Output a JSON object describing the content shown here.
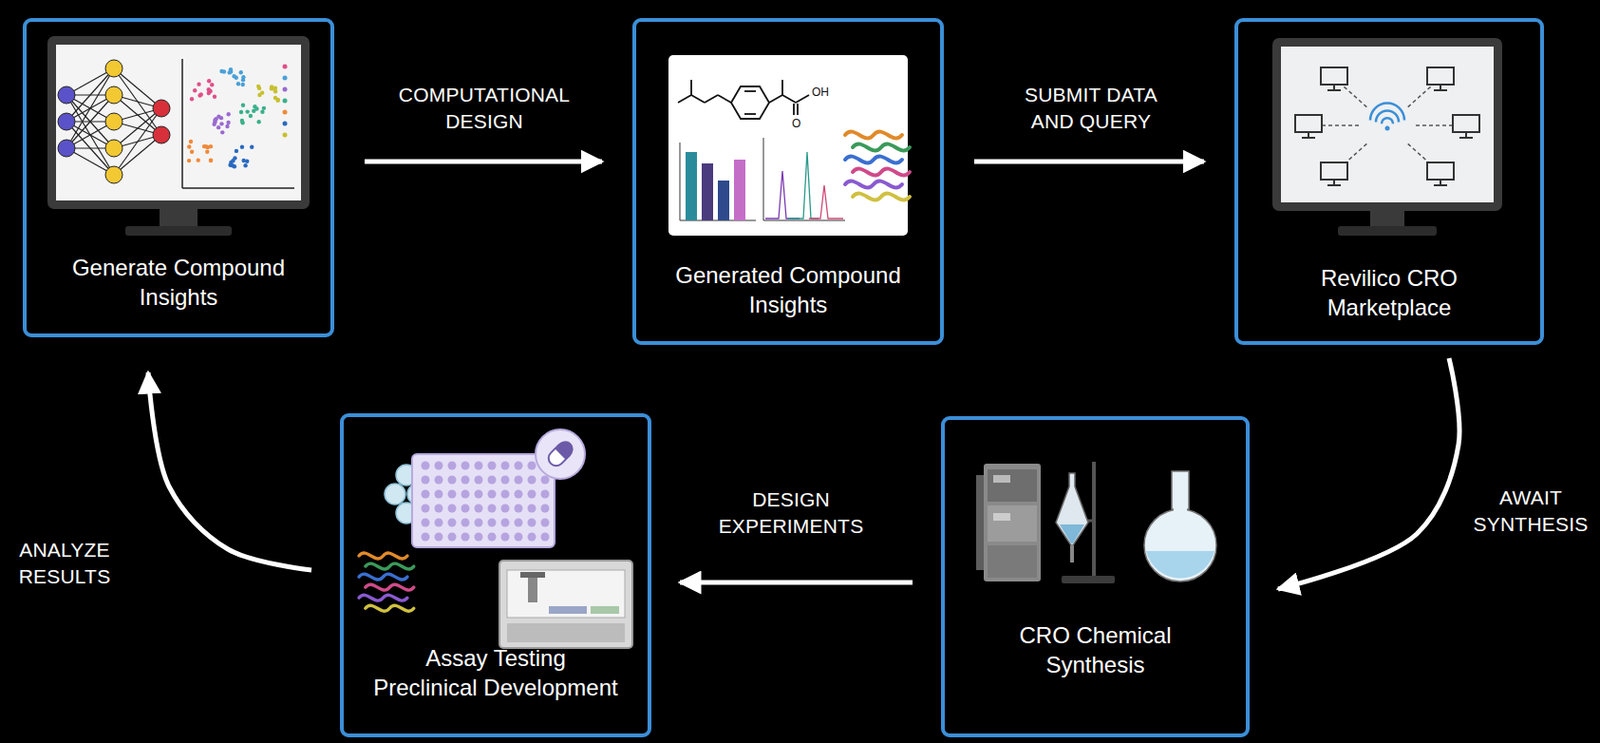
{
  "diagram": {
    "nodes": [
      {
        "text": [
          "Generate Compound Insights"
        ]
      },
      {
        "text": [
          "Generated Compound Insights"
        ]
      },
      {
        "text": [
          "Revilico CRO Marketplace"
        ]
      },
      {
        "text": [
          "Assay Testing Preclinical Development"
        ]
      },
      {
        "text": [
          "CRO Chemical Synthesis"
        ]
      }
    ],
    "edges": [
      {
        "from": 0,
        "to": 1,
        "arrow": "to",
        "label": "COMPUTATIONAL DESIGN"
      },
      {
        "from": 1,
        "to": 2,
        "arrow": "to",
        "label": "SUBMIT DATA AND QUERY"
      },
      {
        "from": 2,
        "to": 4,
        "arrow": "to",
        "label": "AWAIT SYNTHESIS"
      },
      {
        "from": 4,
        "to": 3,
        "arrow": "to",
        "label": "DESIGN EXPERIMENTS"
      },
      {
        "from": 3,
        "to": 0,
        "arrow": "to",
        "label": "ANALYZE RESULTS"
      }
    ],
    "labels": [
      "OH",
      "O"
    ]
  }
}
